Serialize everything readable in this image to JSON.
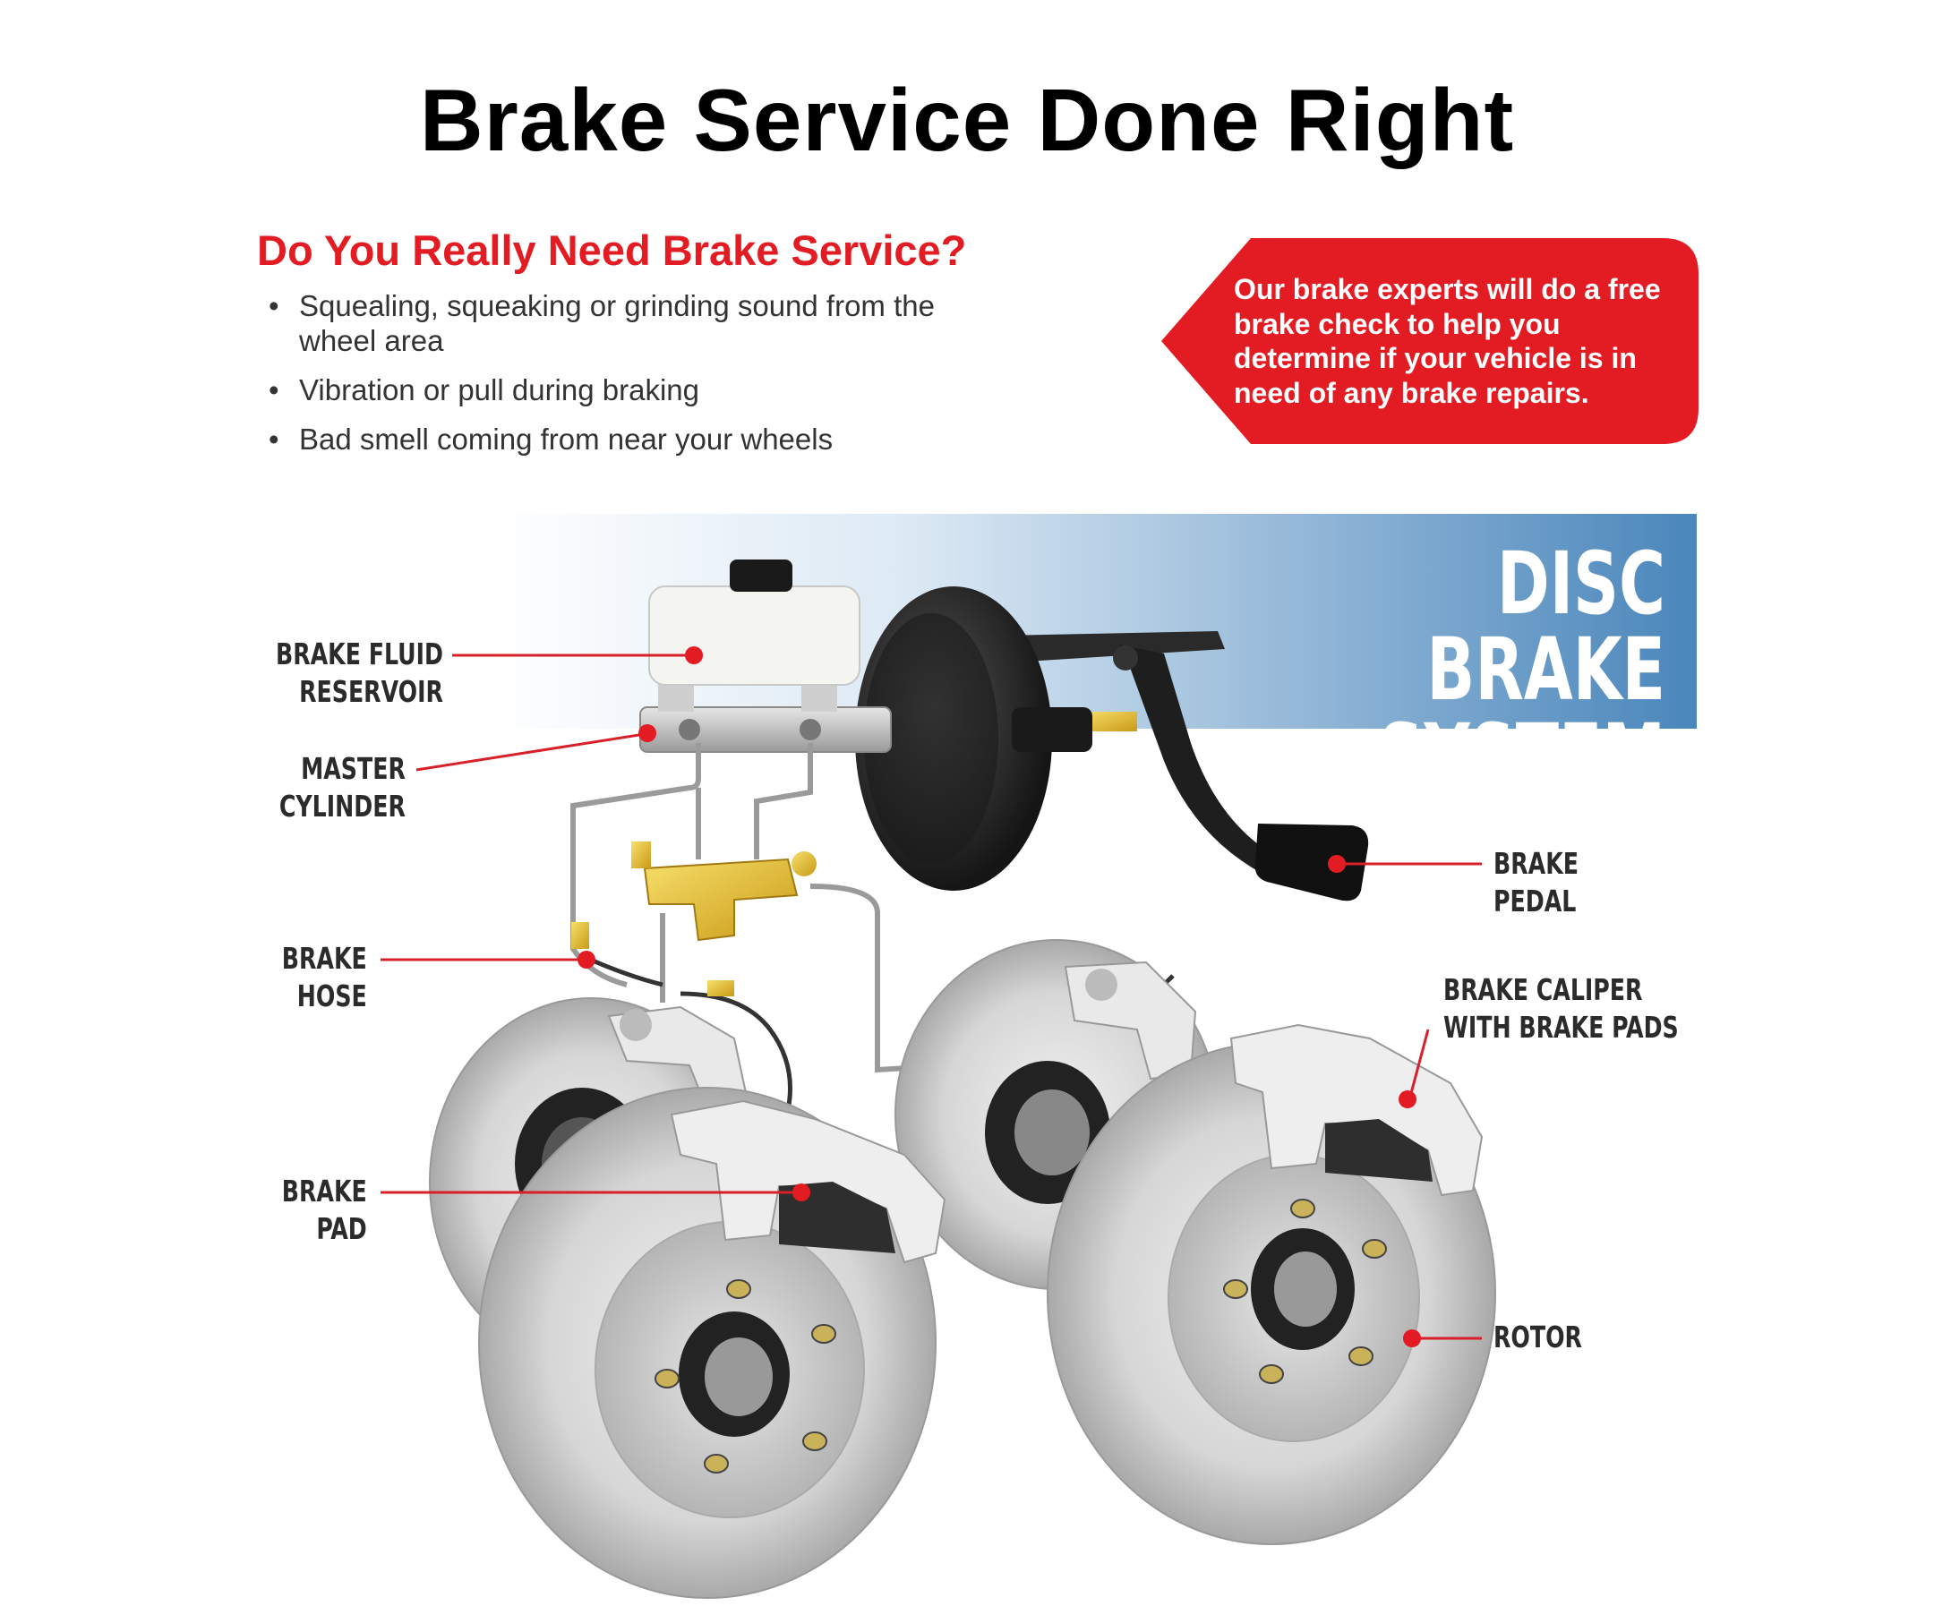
{
  "page": {
    "title": "Brake Service Done Right"
  },
  "question": {
    "heading": "Do You Really Need Brake Service?",
    "bullets": [
      "Squealing, squeaking or grinding sound from the wheel area",
      "Vibration or pull during braking",
      "Bad smell coming from near your wheels"
    ]
  },
  "callout": {
    "text": "Our brake experts will do a free brake check to help you determine if your vehicle is in need of any brake repairs."
  },
  "diagram": {
    "title": "DISC BRAKE\nSYSTEM",
    "labels": {
      "fluid_reservoir": "BRAKE FLUID\nRESERVOIR",
      "master_cylinder": "MASTER\nCYLINDER",
      "brake_hose": "BRAKE\nHOSE",
      "brake_pad": "BRAKE\nPAD",
      "brake_pedal": "BRAKE\nPEDAL",
      "brake_caliper": "BRAKE CALIPER\nWITH BRAKE PADS",
      "rotor": "ROTOR"
    }
  },
  "colors": {
    "accent_red": "#e31b23",
    "banner_blue": "#4f8bbd",
    "label_text": "#2b2b2b"
  }
}
